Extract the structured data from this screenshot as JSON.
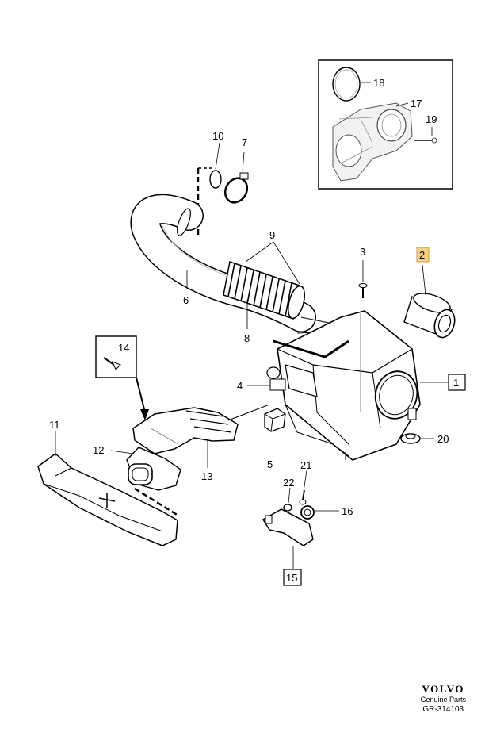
{
  "callouts": {
    "c1": "1",
    "c2": "2",
    "c3": "3",
    "c4": "4",
    "c5": "5",
    "c6": "6",
    "c7": "7",
    "c8": "8",
    "c9": "9",
    "c10": "10",
    "c11": "11",
    "c12": "12",
    "c13": "13",
    "c14": "14",
    "c15": "15",
    "c16": "16",
    "c17": "17",
    "c18": "18",
    "c19": "19",
    "c20": "20",
    "c21": "21",
    "c22": "22"
  },
  "colors": {
    "highlight": "#f6d27c",
    "line": "#000000"
  },
  "brand": {
    "logo": "VOLVO",
    "subtitle": "Genuine Parts",
    "code": "GR-314103"
  }
}
